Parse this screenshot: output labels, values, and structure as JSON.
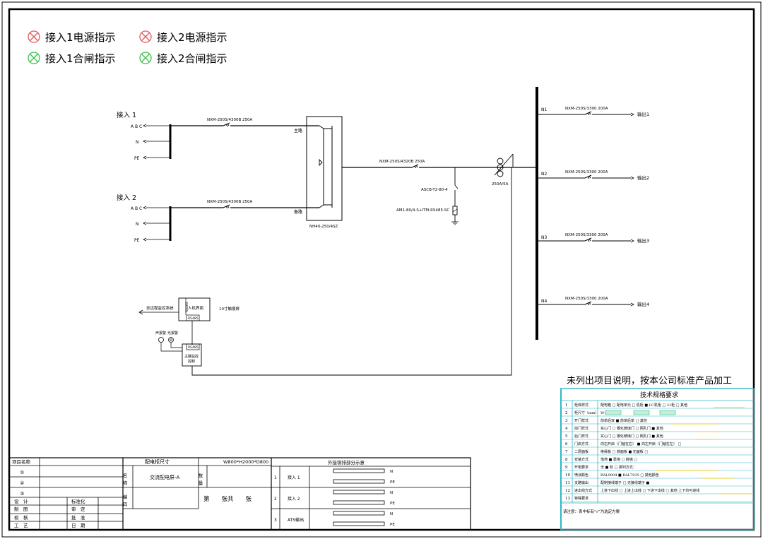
{
  "legend": {
    "items": [
      {
        "label": "接入1电源指示",
        "symbol": "red-cross-circle"
      },
      {
        "label": "接入2电源指示",
        "symbol": "red-cross-circle"
      },
      {
        "label": "接入1合闸指示",
        "symbol": "green-cross-circle"
      },
      {
        "label": "接入2合闸指示",
        "symbol": "green-cross-circle"
      }
    ],
    "colors": {
      "power": "#e05a5a",
      "closing": "#3cc04a"
    }
  },
  "inputs": [
    {
      "title": "接入 1",
      "abc": "A B C",
      "n": "N",
      "pe": "PE",
      "breaker": "NXM-250S/4300B 250A"
    },
    {
      "title": "接入 2",
      "abc": "A B C",
      "n": "N",
      "pe": "PE",
      "breaker": "NXM-250S/4300B 250A"
    }
  ],
  "ats": {
    "main_label": "主路",
    "backup_label": "备路",
    "model": "NH40-250/4SZ"
  },
  "main_breaker": "NXM-250S/4320B 250A",
  "spd": "ASCB-T2-80-4",
  "meter": "AM1-80/4-S+ITM-RS485-SC",
  "ct_label": "250A/5A",
  "outputs": [
    {
      "bus": "N1",
      "breaker": "NXM-250S/3300 200A",
      "label": "输出1"
    },
    {
      "bus": "N2",
      "breaker": "NXM-250S/3300 200A",
      "label": "输出2"
    },
    {
      "bus": "N3",
      "breaker": "NXM-250S/3300 200A",
      "label": "输出3"
    },
    {
      "bus": "N4",
      "breaker": "NXM-250S/3300 200A",
      "label": "输出4"
    }
  ],
  "control": {
    "remote_label": "至远程监控系统",
    "hmi_label": "人机界面",
    "hmi_port": "RS485",
    "hmi_port_side": "RS485",
    "touch_label": "10寸触摸屏",
    "sound_alarm": "声报警",
    "light_alarm": "光报警",
    "controller_port": "RS485",
    "controller_line1": "主路监控",
    "controller_line2": "控制"
  },
  "note": "未列出项目说明，按本公司标准产品加工",
  "spec": {
    "title": "技术规格要求",
    "rows": [
      {
        "no": "1",
        "name": "柜体样式",
        "content": "配电箱 □   配电单元 □   机柜 ■   LC机柜 □   21柜 □   其他"
      },
      {
        "no": "2",
        "name": "柜尺寸（mm）",
        "content": "W：        H：        D："
      },
      {
        "no": "3",
        "name": "开门样式",
        "content": "前单后双 ■      前单后单 □      其他"
      },
      {
        "no": "4",
        "name": "前门样式",
        "content": "实心门 □   钢化玻璃门 □   网孔门 ■   其他"
      },
      {
        "no": "5",
        "name": "后门样式",
        "content": "实心门 □   钢化玻璃门 □   网孔门 ■   其他"
      },
      {
        "no": "6",
        "name": "门启方式",
        "content": "向右开启（门轴在右） ■   向左开启（门轴在左） □"
      },
      {
        "no": "7",
        "name": "二层面板",
        "content": "绝缘板 □   铁面板 ■   无面板 □"
      },
      {
        "no": "8",
        "name": "安装方式",
        "content": "落地 ■      靠墙 □      挂墙 □"
      },
      {
        "no": "9",
        "name": "开柜要求",
        "content": "无 ■      有 □ 排列方式："
      },
      {
        "no": "10",
        "name": "喷涂颜色",
        "content": "RAL9004 ■   RAL7035 □   其他颜色"
      },
      {
        "no": "11",
        "name": "支路输出",
        "content": "配制接线端子 □   无接线端子 ■"
      },
      {
        "no": "12",
        "name": "进出线方式",
        "content": "上进下出线 □   上进上出线 □   下进下出线 □   其他 上下均可进线"
      },
      {
        "no": "13",
        "name": "特殊要求",
        "content": ""
      }
    ],
    "footnote": "请注意：表中标有\"√\"为选定方案"
  },
  "titleblock": {
    "project_label": "项目名称",
    "circled": [
      "①",
      "②",
      "③"
    ],
    "roles": [
      [
        "设　计",
        "",
        "标准化",
        ""
      ],
      [
        "制　图",
        "",
        "审　定",
        ""
      ],
      [
        "校　核",
        "",
        "批　准",
        ""
      ],
      [
        "工　艺",
        "",
        "日　期",
        ""
      ]
    ],
    "size_label": "配电柜尺寸",
    "size_value": "W800*H2000*D800",
    "name_label": "名称",
    "name_value": "交流配电屏-A",
    "qty_label": "数量",
    "code_label": "编码",
    "sheet_text": "第　　张共　　张",
    "copper_title": "外接铜排部分示意",
    "copper_rows": [
      {
        "no": "1",
        "name": "接入 1"
      },
      {
        "no": "2",
        "name": "接入 2"
      },
      {
        "no": "3",
        "name": "ATS输出"
      }
    ],
    "n_label": "N",
    "pe_label": "PE"
  }
}
